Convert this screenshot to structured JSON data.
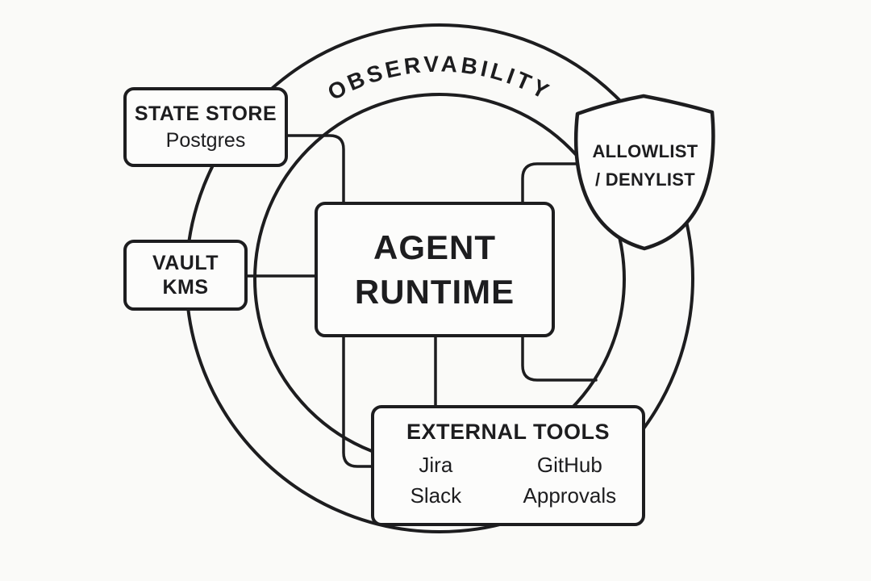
{
  "canvas": {
    "background": "#fafaf8",
    "ink": "#1d1d1f",
    "node_fill": "#fcfcfb"
  },
  "ring": {
    "label": "OBSERVABILITY"
  },
  "nodes": {
    "state_store": {
      "title": "STATE STORE",
      "subtitle": "Postgres"
    },
    "vault": {
      "line1": "VAULT",
      "line2": "KMS"
    },
    "agent_runtime": {
      "line1": "AGENT",
      "line2": "RUNTIME"
    },
    "external_tools": {
      "title": "EXTERNAL TOOLS",
      "items": [
        "Jira",
        "GitHub",
        "Slack",
        "Approvals"
      ]
    },
    "shield": {
      "line1": "ALLOWLIST",
      "line2": "/ DENYLIST"
    }
  }
}
